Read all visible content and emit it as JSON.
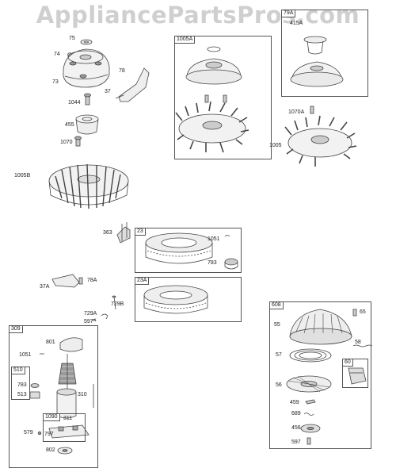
{
  "watermark": "AppliancePartsPros.com",
  "labels": {
    "l75": "75",
    "l74": "74",
    "l73": "73",
    "l78": "78",
    "l37": "37",
    "l1044": "1044",
    "l455": "455",
    "l1070": "1070",
    "l1005b": "1005B",
    "l1005a": "1005A",
    "l79a": "79A",
    "l415a": "415A",
    "l1070a": "1070A",
    "l1005": "1005",
    "l363": "363",
    "l23": "23",
    "l1051a": "1051",
    "l783a": "783",
    "l23a": "23A",
    "l37a": "37A",
    "l78a": "78A",
    "l729b": "729B",
    "l729a": "729A",
    "l597a": "597",
    "l309": "309",
    "l801": "801",
    "l1051b": "1051",
    "l510": "510",
    "l783b": "783",
    "l513": "513",
    "l310": "310",
    "l1090": "1090",
    "l311": "311",
    "l579": "579",
    "l797": "797",
    "l802": "802",
    "l608": "608",
    "l55": "55",
    "l65": "65",
    "l58": "58",
    "l57": "57",
    "l60": "60",
    "l56": "56",
    "l459": "459",
    "l689": "689",
    "l456": "456",
    "l597b": "597"
  }
}
